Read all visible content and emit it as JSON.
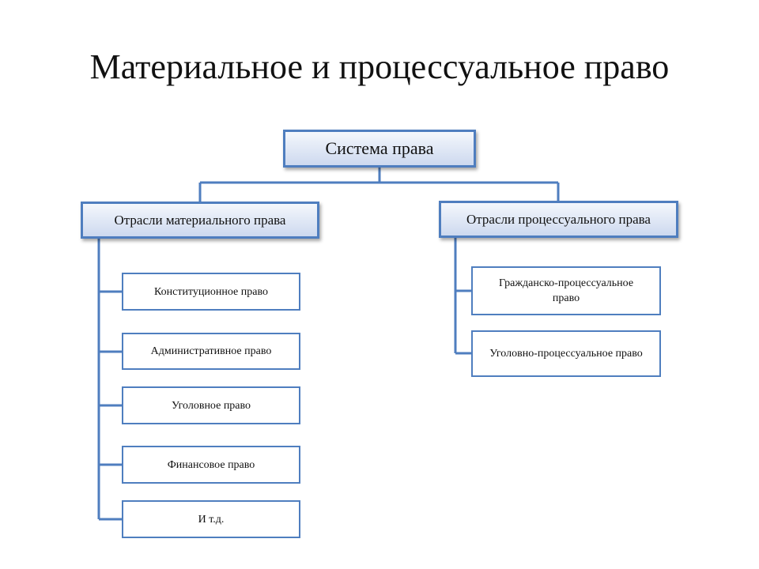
{
  "slide": {
    "title": "Материальное и процессуальное право"
  },
  "diagram": {
    "root": "Система права",
    "left_branch": {
      "label": "Отрасли материального права",
      "items": [
        "Конституционное право",
        "Административное право",
        "Уголовное право",
        "Финансовое право",
        "И т.д."
      ]
    },
    "right_branch": {
      "label": "Отрасли процессуального права",
      "items": [
        "Гражданско-процессуальное право",
        "Уголовно-процессуальное право"
      ]
    },
    "colors": {
      "line": "#4f7ebf",
      "box_border": "#4f7ebf",
      "header_fill_top": "#f4f7fc",
      "header_fill_bottom": "#cdd9ef",
      "leaf_fill": "#ffffff"
    }
  }
}
